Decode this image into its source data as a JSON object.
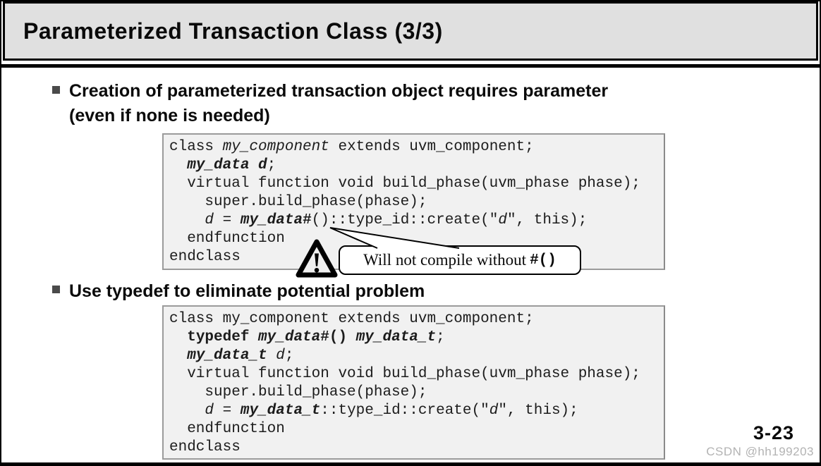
{
  "slide": {
    "title": "Parameterized Transaction Class (3/3)",
    "page_number": "3-23",
    "watermark": "CSDN @hh199203"
  },
  "colors": {
    "titlebar_bg": "#e0e0e0",
    "code_bg": "#f1f1f1",
    "code_border": "#9b9b9b",
    "bullet_square": "#4a4a4a",
    "watermark_text": "#b3b3b3",
    "border": "#000000"
  },
  "bullets": [
    {
      "lines": [
        "Creation of parameterized transaction object requires parameter",
        "(even if none is needed)"
      ]
    },
    {
      "lines": [
        "Use typedef to eliminate potential problem"
      ]
    }
  ],
  "callout": {
    "text": "Will not compile without",
    "code": "#()",
    "warning_glyph": "!"
  },
  "code_blocks": [
    {
      "lines": [
        [
          {
            "t": "class ",
            "s": "r"
          },
          {
            "t": "my_component",
            "s": "i"
          },
          {
            "t": " extends uvm_component;",
            "s": "r"
          }
        ],
        [
          {
            "t": "  ",
            "s": "r"
          },
          {
            "t": "my_data",
            "s": "bi"
          },
          {
            "t": " ",
            "s": "r"
          },
          {
            "t": "d",
            "s": "bi"
          },
          {
            "t": ";",
            "s": "r"
          }
        ],
        [
          {
            "t": "  virtual function void build_phase(uvm_phase phase);",
            "s": "r"
          }
        ],
        [
          {
            "t": "    super.build_phase(phase);",
            "s": "r"
          }
        ],
        [
          {
            "t": "    ",
            "s": "r"
          },
          {
            "t": "d",
            "s": "i"
          },
          {
            "t": " = ",
            "s": "r"
          },
          {
            "t": "my_data",
            "s": "bi"
          },
          {
            "t": "#",
            "s": "b"
          },
          {
            "t": "()::type_id::create(\"",
            "s": "r"
          },
          {
            "t": "d",
            "s": "i"
          },
          {
            "t": "\", this);",
            "s": "r"
          }
        ],
        [
          {
            "t": "  endfunction",
            "s": "r"
          }
        ],
        [
          {
            "t": "endclass",
            "s": "r"
          }
        ]
      ]
    },
    {
      "lines": [
        [
          {
            "t": "class my_component extends uvm_component;",
            "s": "r"
          }
        ],
        [
          {
            "t": "  ",
            "s": "r"
          },
          {
            "t": "typedef",
            "s": "b"
          },
          {
            "t": " ",
            "s": "r"
          },
          {
            "t": "my_data",
            "s": "bi"
          },
          {
            "t": "#()",
            "s": "b"
          },
          {
            "t": " ",
            "s": "r"
          },
          {
            "t": "my_data_t",
            "s": "bi"
          },
          {
            "t": ";",
            "s": "r"
          }
        ],
        [
          {
            "t": "  ",
            "s": "r"
          },
          {
            "t": "my_data_t",
            "s": "bi"
          },
          {
            "t": " ",
            "s": "r"
          },
          {
            "t": "d",
            "s": "i"
          },
          {
            "t": ";",
            "s": "r"
          }
        ],
        [
          {
            "t": "  virtual function void build_phase(uvm_phase phase);",
            "s": "r"
          }
        ],
        [
          {
            "t": "    super.build_phase(phase);",
            "s": "r"
          }
        ],
        [
          {
            "t": "    ",
            "s": "r"
          },
          {
            "t": "d",
            "s": "i"
          },
          {
            "t": " = ",
            "s": "r"
          },
          {
            "t": "my_data_t",
            "s": "bi"
          },
          {
            "t": "::type_id::create(\"",
            "s": "r"
          },
          {
            "t": "d",
            "s": "i"
          },
          {
            "t": "\", this);",
            "s": "r"
          }
        ],
        [
          {
            "t": "  endfunction",
            "s": "r"
          }
        ],
        [
          {
            "t": "endclass",
            "s": "r"
          }
        ]
      ]
    }
  ]
}
